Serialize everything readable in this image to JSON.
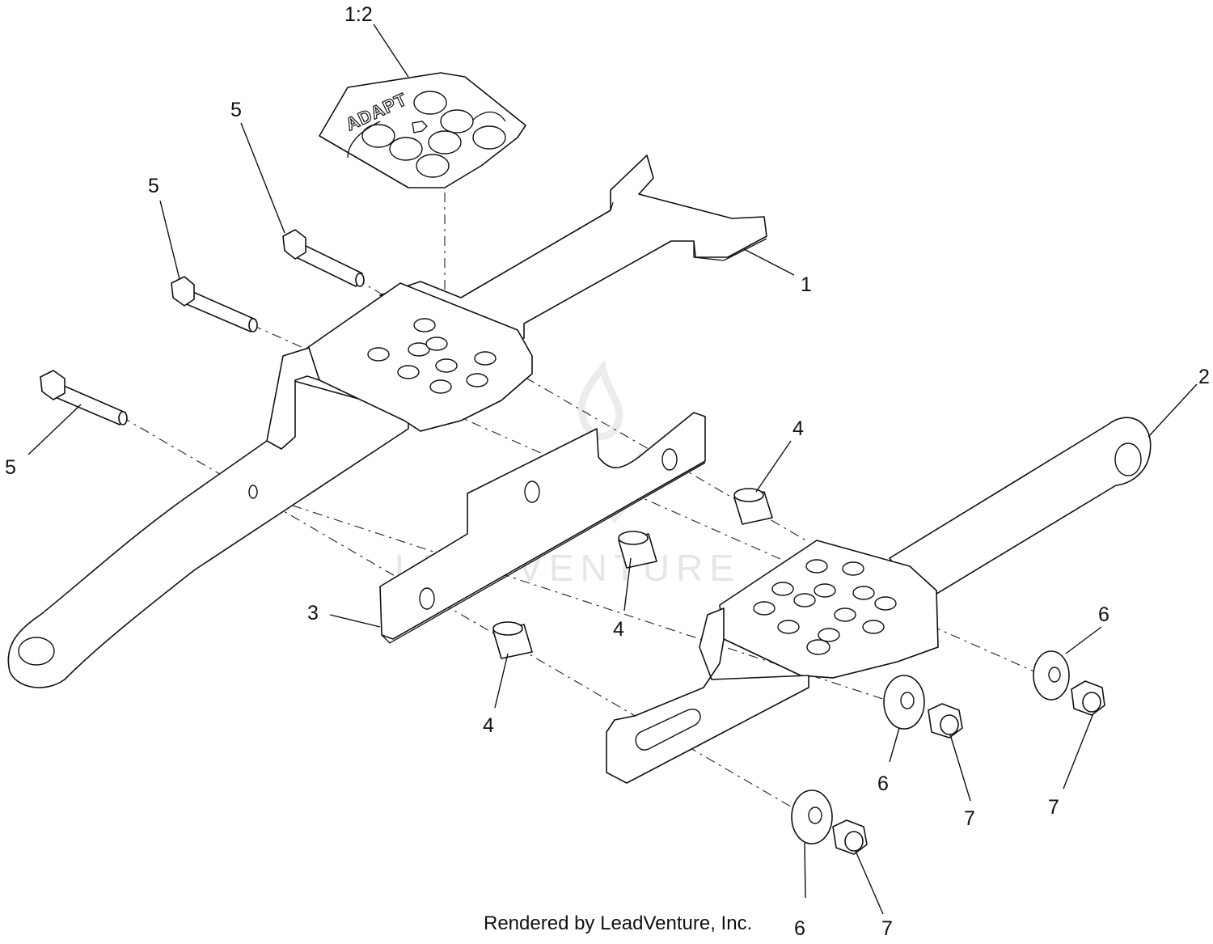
{
  "diagram": {
    "callouts": [
      {
        "id": "c-1-2",
        "text": "1:2"
      },
      {
        "id": "c-1",
        "text": "1"
      },
      {
        "id": "c-2",
        "text": "2"
      },
      {
        "id": "c-3",
        "text": "3"
      },
      {
        "id": "c-4a",
        "text": "4"
      },
      {
        "id": "c-4b",
        "text": "4"
      },
      {
        "id": "c-4c",
        "text": "4"
      },
      {
        "id": "c-5a",
        "text": "5"
      },
      {
        "id": "c-5b",
        "text": "5"
      },
      {
        "id": "c-5c",
        "text": "5"
      },
      {
        "id": "c-6a",
        "text": "6"
      },
      {
        "id": "c-6b",
        "text": "6"
      },
      {
        "id": "c-6c",
        "text": "6"
      },
      {
        "id": "c-7a",
        "text": "7"
      },
      {
        "id": "c-7b",
        "text": "7"
      },
      {
        "id": "c-7c",
        "text": "7"
      }
    ],
    "decal_text": "ADAPT",
    "watermark_text": "LEADVENTURE",
    "footer_text": "Rendered by LeadVenture, Inc."
  }
}
